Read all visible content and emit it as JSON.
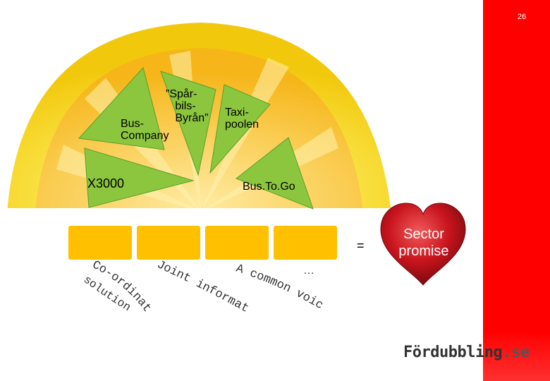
{
  "slide": {
    "number": "26"
  },
  "segments": {
    "bus_company": "Bus-\nCompany",
    "sparbils_byran": "”Spår-\n   bils-\n   Byrån”",
    "taxi_poolen": "Taxi-\npoolen",
    "x3000": "X3000",
    "bus_to_go": "Bus.To.Go"
  },
  "operator": {
    "equals": "="
  },
  "heart": {
    "label": "Sector\npromise"
  },
  "curved_labels": {
    "coordinated_payment_line1": "Co-ordinated payment",
    "coordinated_payment_line2": "solutions",
    "joint_information": "Joint information",
    "common_voice": "A common voice",
    "ellipsis": "…"
  },
  "brand": {
    "name": "Fördubbling",
    "domain": ".se"
  },
  "colors": {
    "accent_red": "#ff0000",
    "lemon_yellow": "#f7d92a",
    "segment_green": "#8cc63f",
    "box_orange": "#ffc000",
    "heart_red": "#c8141e"
  },
  "icons": {
    "heart": "heart-icon"
  }
}
